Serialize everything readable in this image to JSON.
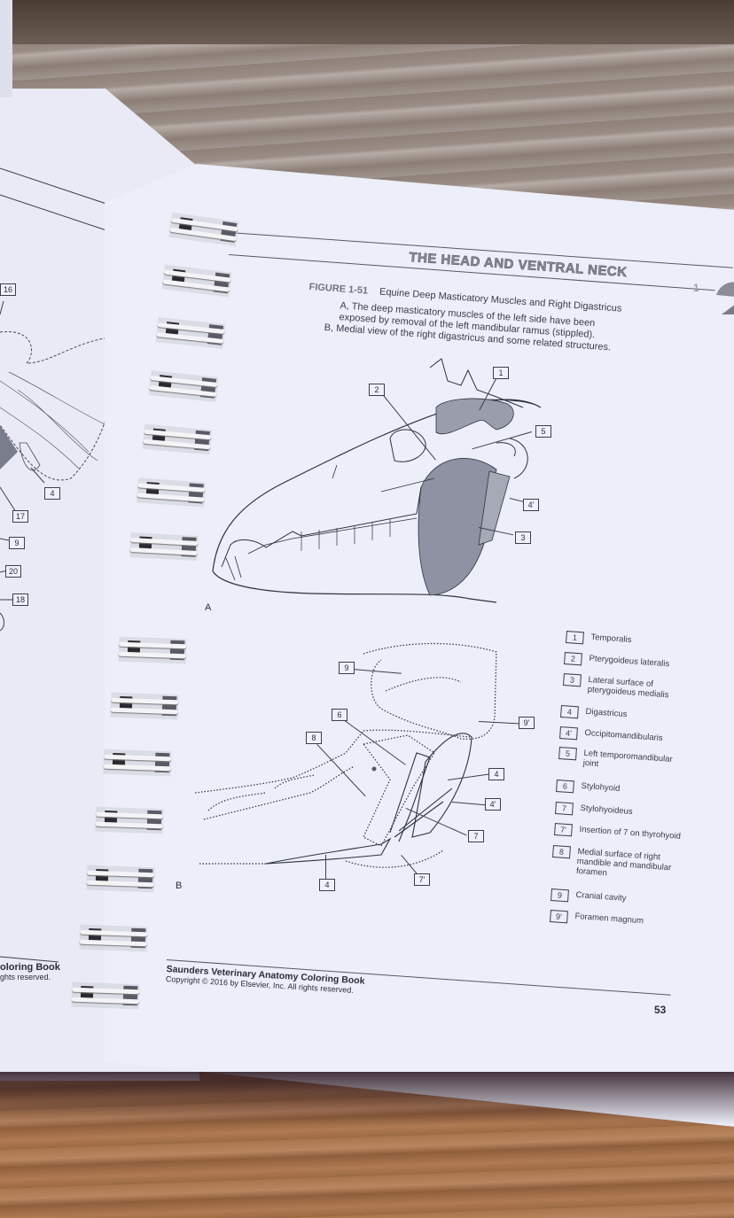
{
  "scene": {
    "description": "Photograph of an open spiral-bound veterinary anatomy coloring book on a wooden surface",
    "colors": {
      "page": "#eceef9",
      "ink": "#2c2e38",
      "wood_top": "#9a8d85",
      "wood_bottom": "#b07a52",
      "coil": "#f4f4f6"
    }
  },
  "left_page": {
    "labels": [
      "16",
      "4",
      "17",
      "9",
      "20",
      "18"
    ],
    "footer": {
      "book": "oloring Book",
      "copy": "ghts reserved."
    }
  },
  "right_page": {
    "running_head": "THE HEAD AND VENTRAL NECK",
    "chapter_number": "1",
    "figure": {
      "number": "FIGURE 1-51",
      "title": "Equine Deep Masticatory Muscles and Right Digastricus",
      "caption_lines": [
        "A, The deep masticatory muscles of the left side have been",
        "exposed by removal of the left mandibular ramus (stippled).",
        "B, Medial view of the right digastricus and some related structures."
      ]
    },
    "panel_a": {
      "letter": "A",
      "labels": [
        "1",
        "2",
        "5",
        "4'",
        "3"
      ]
    },
    "panel_b": {
      "letter": "B",
      "labels": [
        "9",
        "6",
        "8",
        "9'",
        "4",
        "4'",
        "7",
        "7'",
        "4"
      ]
    },
    "legend": [
      {
        "key": "1",
        "text": "Temporalis"
      },
      {
        "key": "2",
        "text": "Pterygoideus lateralis"
      },
      {
        "key": "3",
        "text": "Lateral surface of pterygoideus medialis"
      },
      {
        "key": "4",
        "text": "Digastricus"
      },
      {
        "key": "4'",
        "text": "Occipitomandibularis"
      },
      {
        "key": "5",
        "text": "Left temporomandibular joint"
      },
      {
        "key": "6",
        "text": "Stylohyoid"
      },
      {
        "key": "7",
        "text": "Stylohyoideus"
      },
      {
        "key": "7'",
        "text": "Insertion of 7 on thyrohyoid"
      },
      {
        "key": "8",
        "text": "Medial surface of right mandible and mandibular foramen"
      },
      {
        "key": "9",
        "text": "Cranial cavity"
      },
      {
        "key": "9'",
        "text": "Foramen magnum"
      }
    ],
    "footer": {
      "book": "Saunders Veterinary Anatomy Coloring Book",
      "copy": "Copyright © 2016 by Elsevier, Inc. All rights reserved."
    },
    "page_number": "53"
  }
}
